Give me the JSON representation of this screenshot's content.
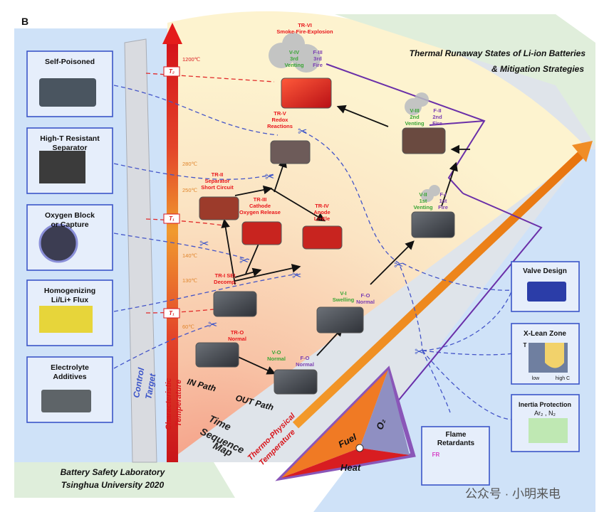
{
  "panel_label": "B",
  "title": {
    "line1": "Thermal Runaway States of Li-ion Batteries",
    "line2": "& Mitigation Strategies"
  },
  "footer": {
    "line1": "Battery Safety Laboratory",
    "line2": "Tsinghua University 2020"
  },
  "watermark": "公众号 · 小明来电",
  "strategies_left": [
    {
      "label": [
        "Self-Poisoned"
      ]
    },
    {
      "label": [
        "High-T Resistant",
        "Separator"
      ]
    },
    {
      "label": [
        "Oxygen Block",
        "or Capture"
      ]
    },
    {
      "label": [
        "Homogenizing",
        "Li/Li+ Flux"
      ]
    },
    {
      "label": [
        "Electrolyte",
        "Additives"
      ]
    }
  ],
  "strategies_right": [
    {
      "label": "Valve Design"
    },
    {
      "label": "X-Lean Zone",
      "axis_t": "T",
      "axis_low": "low",
      "axis_high": "high C"
    },
    {
      "label": "Inertia Protection",
      "sub": "Ar₂ , N₂"
    }
  ],
  "flame_retardants": {
    "label": [
      "Flame",
      "Retardants"
    ],
    "fr": "FR"
  },
  "axis_labels": {
    "control": "Control",
    "target": "Target",
    "char_temp_1": "Characteristic",
    "char_temp_2": "Temperature",
    "thermo_1": "Thermo-Physical",
    "thermo_2": "Temperature",
    "in_path": "IN Path",
    "out_path": "OUT Path",
    "tsm_1": "Time",
    "tsm_2": "Sequence",
    "tsm_3": "Map"
  },
  "temperatures": [
    "1200℃",
    "280℃",
    "250℃",
    "140℃",
    "130℃",
    "60℃"
  ],
  "markers": [
    "T₂",
    "T₁",
    "T₁"
  ],
  "states_tr": [
    {
      "id": "TR-VI",
      "lines": [
        "TR-VI",
        "Smoke-Fire-Explosion"
      ]
    },
    {
      "id": "TR-V",
      "lines": [
        "TR-V",
        "Redox",
        "Reactions"
      ]
    },
    {
      "id": "TR-II-sep",
      "lines": [
        "TR-II",
        "Separator",
        "Short Circuit"
      ]
    },
    {
      "id": "TR-III",
      "lines": [
        "TR-III",
        "Cathode",
        "Oxygen Release"
      ]
    },
    {
      "id": "TR-IV",
      "lines": [
        "TR-IV",
        "Anode",
        "Li+Ele"
      ]
    },
    {
      "id": "TR-I",
      "lines": [
        "TR-I SEI",
        "Decomp."
      ]
    },
    {
      "id": "TR-O",
      "lines": [
        "TR-O",
        "Normal"
      ]
    }
  ],
  "states_v": [
    {
      "id": "V-IV",
      "lines": [
        "V-IV",
        "3rd",
        "Venting"
      ]
    },
    {
      "id": "V-III",
      "lines": [
        "V-III",
        "2nd",
        "Venting"
      ]
    },
    {
      "id": "V-II",
      "lines": [
        "V-II",
        "1st",
        "Venting"
      ]
    },
    {
      "id": "V-I",
      "lines": [
        "V-I",
        "Swelling"
      ]
    },
    {
      "id": "V-O",
      "lines": [
        "V-O",
        "Normal"
      ]
    }
  ],
  "states_f": [
    {
      "id": "F-III",
      "lines": [
        "F-III",
        "3rd",
        "Fire"
      ]
    },
    {
      "id": "F-II",
      "lines": [
        "F-II",
        "2nd",
        "Fire"
      ]
    },
    {
      "id": "F-I",
      "lines": [
        "F-I",
        "1st",
        "Fire"
      ]
    },
    {
      "id": "F-O-1",
      "lines": [
        "F-O",
        "Normal"
      ]
    },
    {
      "id": "F-O-2",
      "lines": [
        "F-O",
        "Normal"
      ]
    }
  ],
  "triangle": {
    "fuel": "Fuel",
    "o2": "O₂",
    "heat": "Heat"
  },
  "colors": {
    "tr_red": "#e8161b",
    "venting_green": "#3aa535",
    "fire_purple": "#7b3fb2",
    "strategy_blue": "#3b55c9"
  }
}
